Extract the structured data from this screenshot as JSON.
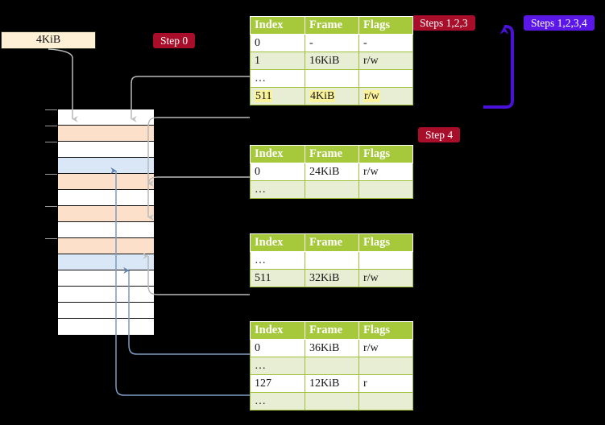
{
  "diagram": {
    "background": "#000000",
    "source_block": {
      "label": "4KiB",
      "fill": "#fdf0d5"
    },
    "labels": [
      {
        "id": "step0",
        "text": "Step 0",
        "color": "#a80d2a"
      },
      {
        "id": "step4",
        "text": "Step 4",
        "color": "#a80d2a"
      },
      {
        "id": "steps123",
        "text": "Steps 1,2,3",
        "color": "#a80d2a"
      },
      {
        "id": "steps1234",
        "text": "Steps 1,2,3,4",
        "color": "#5b16e8"
      }
    ],
    "memory": {
      "rows": [
        {
          "fill": "white",
          "tick": true
        },
        {
          "fill": "peach",
          "tick": true
        },
        {
          "fill": "white",
          "tick": true
        },
        {
          "fill": "blue",
          "tick": false
        },
        {
          "fill": "peach",
          "tick": true
        },
        {
          "fill": "white",
          "tick": false
        },
        {
          "fill": "peach",
          "tick": true
        },
        {
          "fill": "white",
          "tick": false
        },
        {
          "fill": "peach",
          "tick": true
        },
        {
          "fill": "blue",
          "tick": false
        },
        {
          "fill": "white",
          "tick": false
        },
        {
          "fill": "white",
          "tick": false
        },
        {
          "fill": "white",
          "tick": false
        },
        {
          "fill": "white",
          "tick": false
        }
      ],
      "colors": {
        "white": "#ffffff",
        "peach": "#fde0c9",
        "blue": "#d9e7f6"
      }
    },
    "tables": [
      {
        "id": "table0",
        "headers": [
          "Index",
          "Frame",
          "Flags"
        ],
        "rows": [
          {
            "cells": [
              "0",
              "-",
              "-"
            ],
            "style": "plain",
            "highlight": false
          },
          {
            "cells": [
              "1",
              "16KiB",
              "r/w"
            ],
            "style": "alt",
            "highlight": false
          },
          {
            "cells": [
              "…",
              "",
              ""
            ],
            "style": "plain",
            "highlight": false
          },
          {
            "cells": [
              "511",
              "4KiB",
              "r/w"
            ],
            "style": "alt",
            "highlight": true
          }
        ]
      },
      {
        "id": "table1",
        "headers": [
          "Index",
          "Frame",
          "Flags"
        ],
        "rows": [
          {
            "cells": [
              "0",
              "24KiB",
              "r/w"
            ],
            "style": "plain",
            "highlight": false
          },
          {
            "cells": [
              "…",
              "",
              ""
            ],
            "style": "alt",
            "highlight": false
          }
        ]
      },
      {
        "id": "table2",
        "headers": [
          "Index",
          "Frame",
          "Flags"
        ],
        "rows": [
          {
            "cells": [
              "…",
              "",
              ""
            ],
            "style": "plain",
            "highlight": false
          },
          {
            "cells": [
              "511",
              "32KiB",
              "r/w"
            ],
            "style": "alt",
            "highlight": false
          }
        ]
      },
      {
        "id": "table3",
        "headers": [
          "Index",
          "Frame",
          "Flags"
        ],
        "rows": [
          {
            "cells": [
              "0",
              "36KiB",
              "r/w"
            ],
            "style": "plain",
            "highlight": false
          },
          {
            "cells": [
              "…",
              "",
              ""
            ],
            "style": "alt",
            "highlight": false
          },
          {
            "cells": [
              "127",
              "12KiB",
              "r"
            ],
            "style": "plain",
            "highlight": false
          },
          {
            "cells": [
              "…",
              "",
              ""
            ],
            "style": "alt",
            "highlight": false
          }
        ]
      }
    ],
    "wire_colors": {
      "gray": "#b9b9b9",
      "blue": "#7e9cc4",
      "blue_bracket": "#4a11d8",
      "arrow_gray": "#c2c2c2"
    }
  }
}
